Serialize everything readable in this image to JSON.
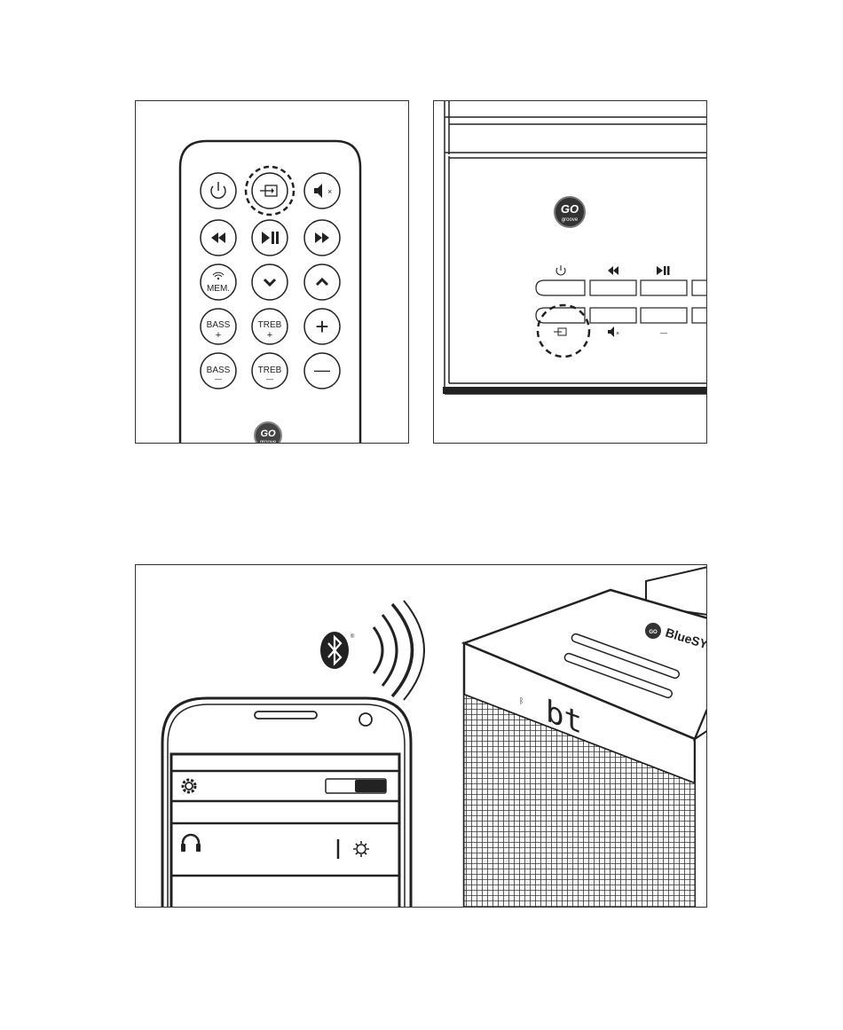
{
  "remote": {
    "buttons": {
      "power_icon": "power-icon",
      "source_icon": "input-source-icon",
      "mute_icon": "mute-icon",
      "rewind_icon": "rewind-icon",
      "play_pause_icon": "play-pause-icon",
      "forward_icon": "fast-forward-icon",
      "mem_label": "MEM.",
      "down_icon": "chevron-down-icon",
      "up_icon": "chevron-up-icon",
      "bass_up_label": "BASS",
      "bass_up_sign": "+",
      "treb_up_label": "TREB",
      "treb_up_sign": "+",
      "vol_up_sign": "+",
      "bass_down_label": "BASS",
      "bass_down_sign": "—",
      "treb_down_label": "TREB",
      "treb_down_sign": "—",
      "vol_down_sign": "—"
    },
    "logo": {
      "top": "GO",
      "bottom": "groove"
    }
  },
  "unit": {
    "logo": {
      "top": "GO",
      "bottom": "groove"
    },
    "top_row_icons": [
      "power-icon",
      "rewind-icon",
      "play-pause-icon"
    ],
    "bottom_row_icons": [
      "input-source-icon",
      "mute-icon",
      "minus-icon"
    ],
    "minus_label": "—"
  },
  "pairing": {
    "bluetooth_icon": "bluetooth-icon",
    "phone": {
      "settings_icon": "gear-icon",
      "toggle_state": "on",
      "device_icon": "headphones-icon",
      "device_settings_icon": "gear-icon"
    },
    "speaker": {
      "brand": "BlueSYN",
      "display": "bt",
      "logo_top": "GO",
      "logo_bottom": "groove"
    }
  }
}
